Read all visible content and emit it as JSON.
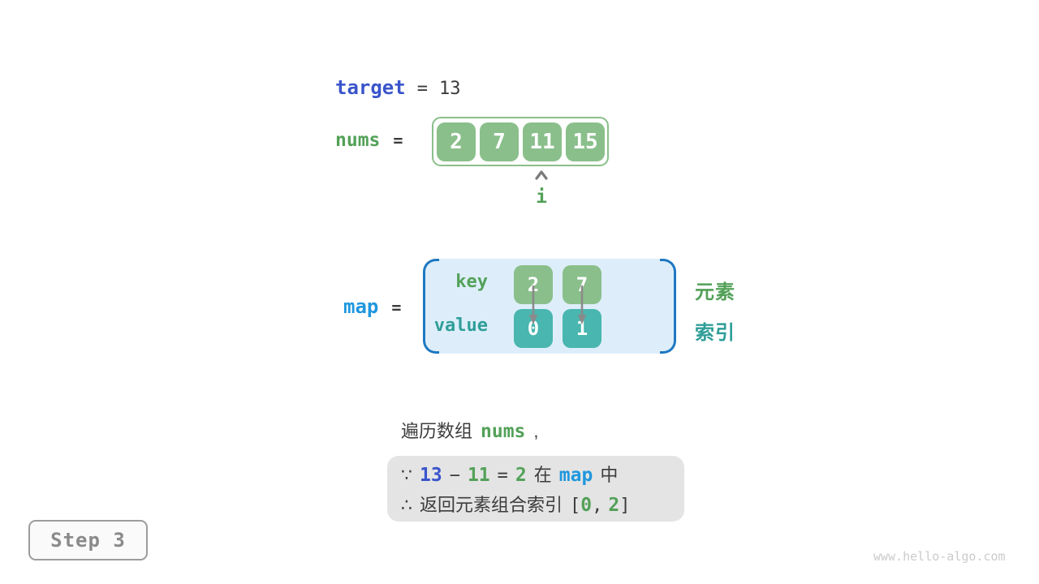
{
  "colors": {
    "royal_blue": "#3a55cb",
    "bright_blue": "#1f97de",
    "green_text": "#53a159",
    "green_box": "#8abf8b",
    "teal_text": "#2f9e98",
    "teal_box": "#49b6af",
    "map_fill": "#ddeefa",
    "map_bracket": "#1f78c1",
    "dark_text": "#3c3c3c",
    "gray": "#8a8a8a",
    "conclusion_fill": "#e4e4e4"
  },
  "target_line": {
    "keyword": "target",
    "eq": "=",
    "value": "13"
  },
  "nums_line": {
    "keyword": "nums",
    "eq": "="
  },
  "array": {
    "values": [
      "2",
      "7",
      "11",
      "15"
    ],
    "pointer_label": "i",
    "pointer_index": 2
  },
  "map_line": {
    "keyword": "map",
    "eq": "="
  },
  "map": {
    "key_label": "key",
    "value_label": "value",
    "entries": [
      {
        "key": "2",
        "value": "0"
      },
      {
        "key": "7",
        "value": "1"
      }
    ],
    "element_label": "元素",
    "index_label": "索引"
  },
  "caption": {
    "text": "遍历数组",
    "code": "nums",
    "comma": ","
  },
  "conclusion": {
    "line1": {
      "because": "∵",
      "minuend": "13",
      "minus": "−",
      "subtrahend": "11",
      "eq": "=",
      "difference": "2",
      "in_prefix": "在",
      "map_keyword": "map",
      "in_suffix": "中"
    },
    "line2": {
      "therefore": "∴",
      "text": "返回元素组合索引",
      "open_bracket": "[",
      "first_index": "0",
      "comma": ",",
      "second_index": "2",
      "close_bracket": "]"
    }
  },
  "step_badge": "Step 3",
  "watermark": "www.hello-algo.com"
}
